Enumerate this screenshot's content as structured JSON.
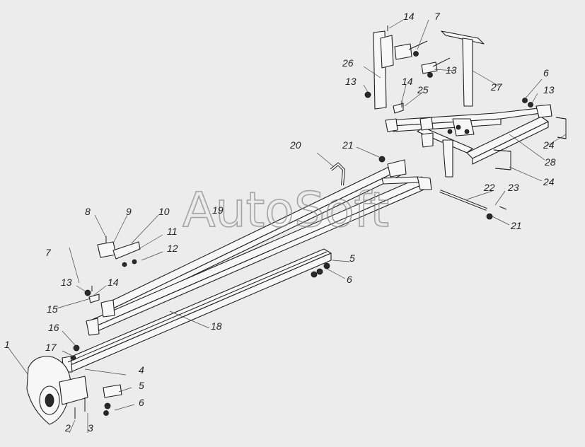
{
  "watermark": "AutoSoft",
  "callouts": [
    {
      "id": "c1",
      "label": "1"
    },
    {
      "id": "c2",
      "label": "2"
    },
    {
      "id": "c3",
      "label": "3"
    },
    {
      "id": "c4",
      "label": "4"
    },
    {
      "id": "c5a",
      "label": "5"
    },
    {
      "id": "c6a",
      "label": "6"
    },
    {
      "id": "c7a",
      "label": "7"
    },
    {
      "id": "c8",
      "label": "8"
    },
    {
      "id": "c9",
      "label": "9"
    },
    {
      "id": "c10",
      "label": "10"
    },
    {
      "id": "c11",
      "label": "11"
    },
    {
      "id": "c12",
      "label": "12"
    },
    {
      "id": "c13a",
      "label": "13"
    },
    {
      "id": "c14a",
      "label": "14"
    },
    {
      "id": "c15",
      "label": "15"
    },
    {
      "id": "c16",
      "label": "16"
    },
    {
      "id": "c17",
      "label": "17"
    },
    {
      "id": "c18",
      "label": "18"
    },
    {
      "id": "c19",
      "label": "19"
    },
    {
      "id": "c20",
      "label": "20"
    },
    {
      "id": "c21a",
      "label": "21"
    },
    {
      "id": "c5b",
      "label": "5"
    },
    {
      "id": "c6b",
      "label": "6"
    },
    {
      "id": "c21b",
      "label": "21"
    },
    {
      "id": "c22",
      "label": "22"
    },
    {
      "id": "c23",
      "label": "23"
    },
    {
      "id": "c24a",
      "label": "24"
    },
    {
      "id": "c24b",
      "label": "24"
    },
    {
      "id": "c28",
      "label": "28"
    },
    {
      "id": "c6c",
      "label": "6"
    },
    {
      "id": "c13b",
      "label": "13"
    },
    {
      "id": "c27",
      "label": "27"
    },
    {
      "id": "c13c",
      "label": "13"
    },
    {
      "id": "c7b",
      "label": "7"
    },
    {
      "id": "c14b",
      "label": "14"
    },
    {
      "id": "c26",
      "label": "26"
    },
    {
      "id": "c13d",
      "label": "13"
    },
    {
      "id": "c14c",
      "label": "14"
    },
    {
      "id": "c25",
      "label": "25"
    }
  ]
}
